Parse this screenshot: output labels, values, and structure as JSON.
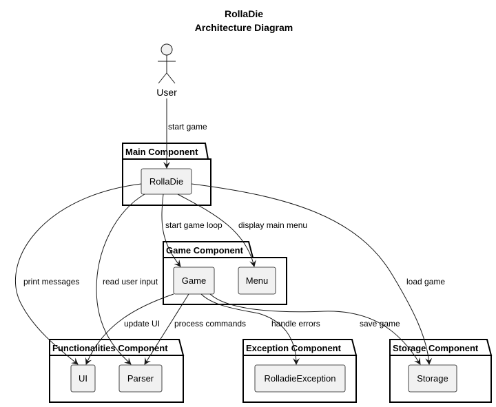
{
  "title": {
    "line1": "RollaDie",
    "line2": "Architecture Diagram"
  },
  "actor": {
    "label": "User"
  },
  "packages": {
    "main": "Main Component",
    "game": "Game Component",
    "functionalities": "Functionalities Component",
    "exception": "Exception Component",
    "storage": "Storage Component"
  },
  "nodes": {
    "rolladie": "RollaDie",
    "game": "Game",
    "menu": "Menu",
    "ui": "UI",
    "parser": "Parser",
    "exception": "RolladieException",
    "storage": "Storage"
  },
  "edges": {
    "start_game": "start game",
    "start_game_loop": "start game loop",
    "display_main_menu": "display main menu",
    "print_messages": "print messages",
    "read_user_input": "read user input",
    "load_game": "load game",
    "update_ui": "update UI",
    "process_commands": "process commands",
    "handle_errors": "handle errors",
    "save_game": "save game"
  },
  "colors": {
    "node_fill": "#f1f1f1",
    "stroke": "#181818",
    "background": "#ffffff"
  }
}
